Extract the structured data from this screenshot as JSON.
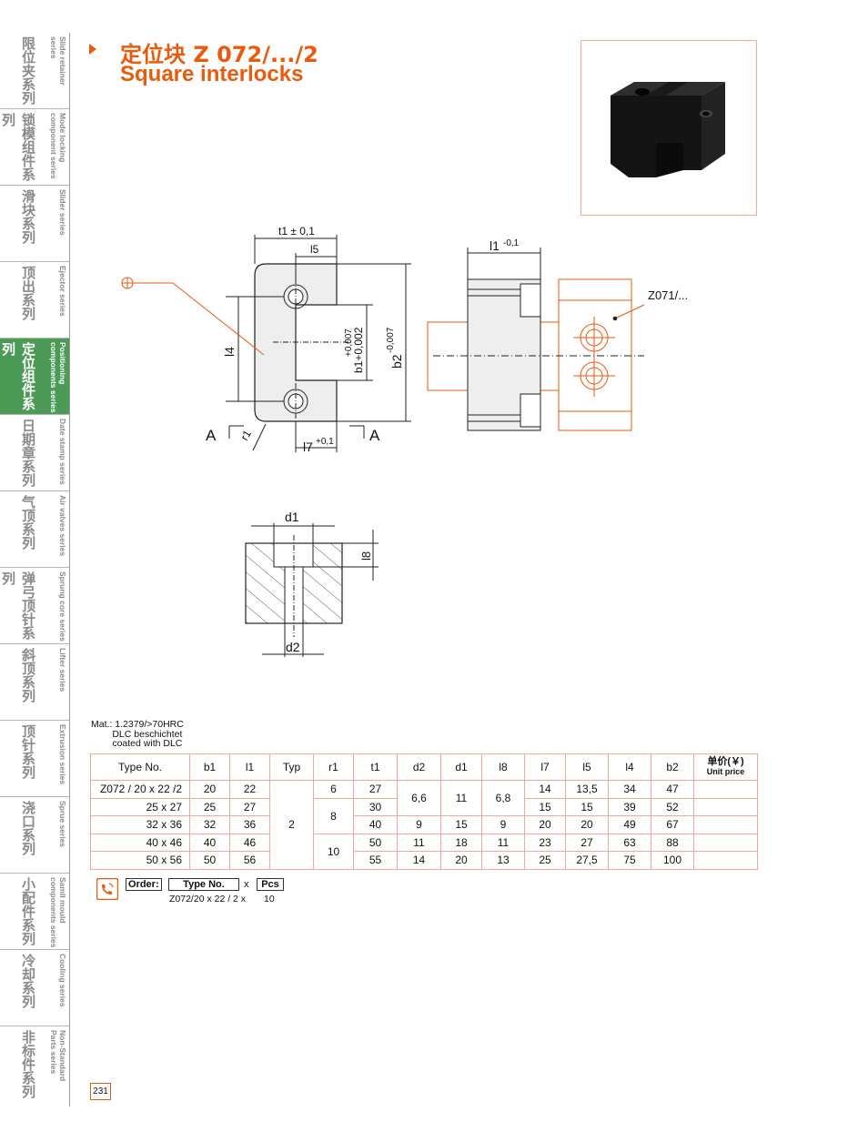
{
  "sidebar": {
    "items": [
      {
        "cn": "限位夹系列",
        "en": "Slide retainer series"
      },
      {
        "cn": "锁模组件系列",
        "en": "Mode locking component series"
      },
      {
        "cn": "滑块系列",
        "en": "Slider series"
      },
      {
        "cn": "顶出系列",
        "en": "Ejector series"
      },
      {
        "cn": "定位组件系列",
        "en": "Positioning components series",
        "active": true
      },
      {
        "cn": "日期章系列",
        "en": "Date stamp series"
      },
      {
        "cn": "气顶系列",
        "en": "Air valves series"
      },
      {
        "cn": "弹弓顶针系列",
        "en": "Sprung core series"
      },
      {
        "cn": "斜顶系列",
        "en": "Lifter series"
      },
      {
        "cn": "顶针系列",
        "en": "Extrusion series"
      },
      {
        "cn": "浇口系列",
        "en": "Sprue series"
      },
      {
        "cn": "小配件系列",
        "en": "Samll mould components series"
      },
      {
        "cn": "冷却系列",
        "en": "Cooling series"
      },
      {
        "cn": "非标件系列",
        "en": "Non-Standard Parts series"
      }
    ],
    "active_color": "#4b9b57"
  },
  "title": {
    "cn": "定位块 Z 072/.../2",
    "en": "Square interlocks",
    "color": "#ea5a0c"
  },
  "drawing_labels": {
    "t1": "t1 ± 0,1",
    "l5": "l5",
    "l4": "l4",
    "b1": "b1+0,002",
    "b1_upper": "+0,007",
    "b2": "b2",
    "b2_tol": "-0,007",
    "l7": "l7",
    "l7_tol": "+0,1",
    "r1": "r1",
    "A_left": "A",
    "A_right": "A",
    "l1": "l1",
    "l1_tol": "-0,1",
    "z071": "Z071/...",
    "d1": "d1",
    "d2": "d2",
    "l8": "l8"
  },
  "material": [
    "Mat.: 1.2379/>70HRC",
    "        DLC beschichtet",
    "        coated with DLC"
  ],
  "table": {
    "headers": [
      "Type No.",
      "b1",
      "l1",
      "Typ",
      "r1",
      "t1",
      "d2",
      "d1",
      "l8",
      "l7",
      "l5",
      "l4",
      "b2"
    ],
    "price_header": {
      "cn": "单价(￥)",
      "en": "Unit price"
    },
    "rows": [
      {
        "type": "Z072 / 20 x 22  /2",
        "b1": "20",
        "l1": "22",
        "t1": "27",
        "l7": "14",
        "l5": "13,5",
        "l4": "34",
        "b2": "47"
      },
      {
        "type": "25 x 27",
        "b1": "25",
        "l1": "27",
        "t1": "30",
        "l7": "15",
        "l5": "15",
        "l4": "39",
        "b2": "52"
      },
      {
        "type": "32 x 36",
        "b1": "32",
        "l1": "36",
        "t1": "40",
        "l7": "20",
        "l5": "20",
        "l4": "49",
        "b2": "67"
      },
      {
        "type": "40 x 46",
        "b1": "40",
        "l1": "46",
        "t1": "50",
        "l7": "23",
        "l5": "27",
        "l4": "63",
        "b2": "88"
      },
      {
        "type": "50 x 56",
        "b1": "50",
        "l1": "56",
        "t1": "55",
        "l7": "25",
        "l5": "27,5",
        "l4": "75",
        "b2": "100"
      }
    ],
    "typ": "2",
    "r1": [
      "6",
      "8",
      "10"
    ],
    "d2": [
      "6,6",
      "9",
      "11",
      "14"
    ],
    "d1": [
      "11",
      "15",
      "18",
      "20"
    ],
    "l8": [
      "6,8",
      "9",
      "11",
      "13"
    ]
  },
  "order": {
    "label": "Order:",
    "type_box": "Type No.",
    "x": "x",
    "pcs_box": "Pcs",
    "example_type": "Z072/20 x 22 / 2  x",
    "example_qty": "10"
  },
  "page_number": "231"
}
